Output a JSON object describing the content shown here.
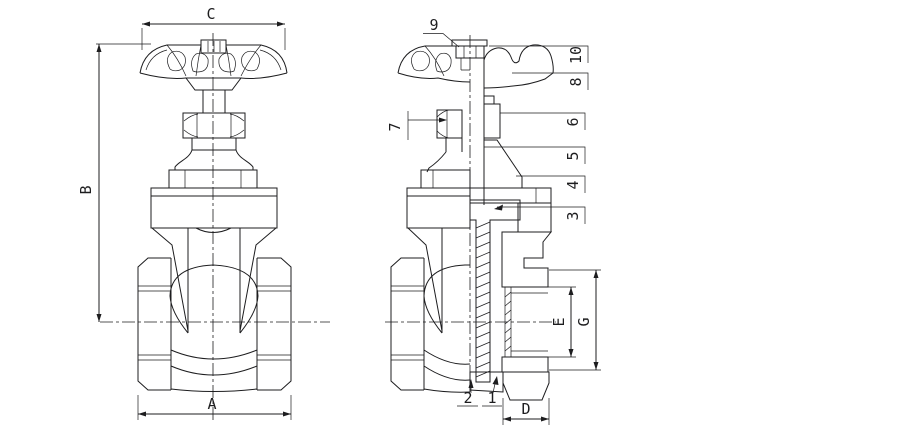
{
  "drawing": {
    "kind": "gate-valve-technical-drawing",
    "background": "#ffffff",
    "line_color": "#1d1d1f",
    "views": {
      "external": {
        "dims": {
          "A": "A",
          "B": "B",
          "C": "C"
        }
      },
      "section": {
        "dims": {
          "D": "D",
          "E": "E",
          "G": "G"
        },
        "callouts": {
          "c1": "1",
          "c2": "2",
          "c3": "3",
          "c4": "4",
          "c5": "5",
          "c6": "6",
          "c7": "7",
          "c8": "8",
          "c9": "9",
          "c10": "10"
        }
      }
    }
  }
}
